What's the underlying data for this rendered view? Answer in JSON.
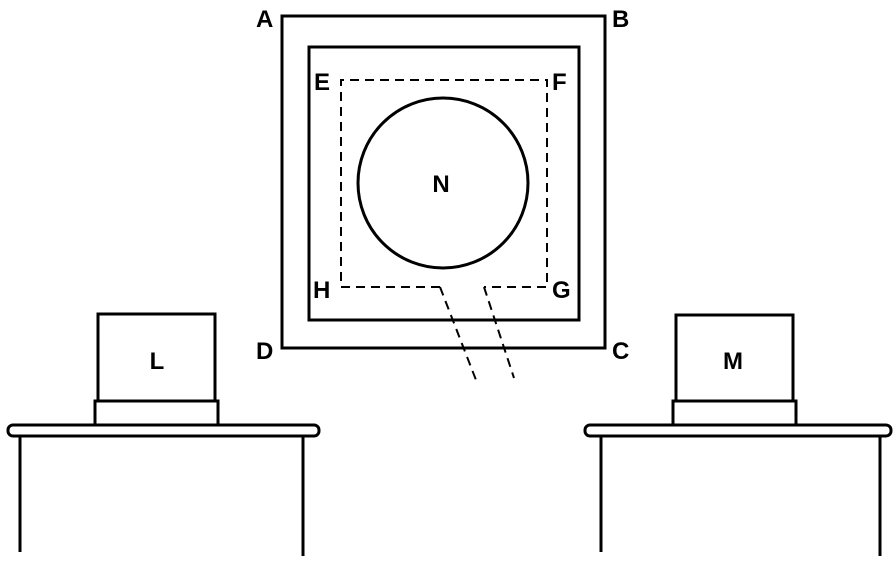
{
  "diagram": {
    "corners": {
      "a": "A",
      "b": "B",
      "c": "C",
      "d": "D",
      "e": "E",
      "f": "F",
      "g": "G",
      "h": "H"
    },
    "core_label": "N",
    "left_box_label": "L",
    "right_box_label": "M"
  }
}
